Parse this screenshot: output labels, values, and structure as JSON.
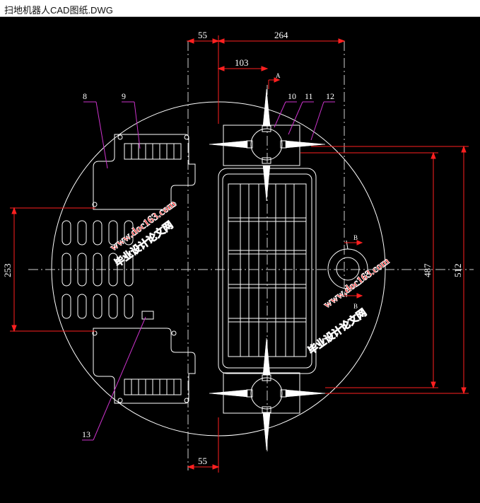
{
  "window": {
    "title": "扫地机器人CAD图纸.DWG"
  },
  "dimensions": {
    "top_left_55": "55",
    "top_264": "264",
    "top_103": "103",
    "bottom_55": "55",
    "left_253": "253",
    "right_487": "487",
    "right_512": "512"
  },
  "section_labels": {
    "a": "A",
    "b_upper": "B",
    "b_lower": "B"
  },
  "part_labels": [
    "8",
    "9",
    "10",
    "11",
    "12",
    "13"
  ],
  "watermark": {
    "url": "www.doc163.com",
    "cn": "毕业设计论文网"
  },
  "colors": {
    "background": "#000000",
    "line": "#ffffff",
    "dimension": "#ff0000",
    "leader": "#cc33cc",
    "watermark": "#ff2222"
  }
}
